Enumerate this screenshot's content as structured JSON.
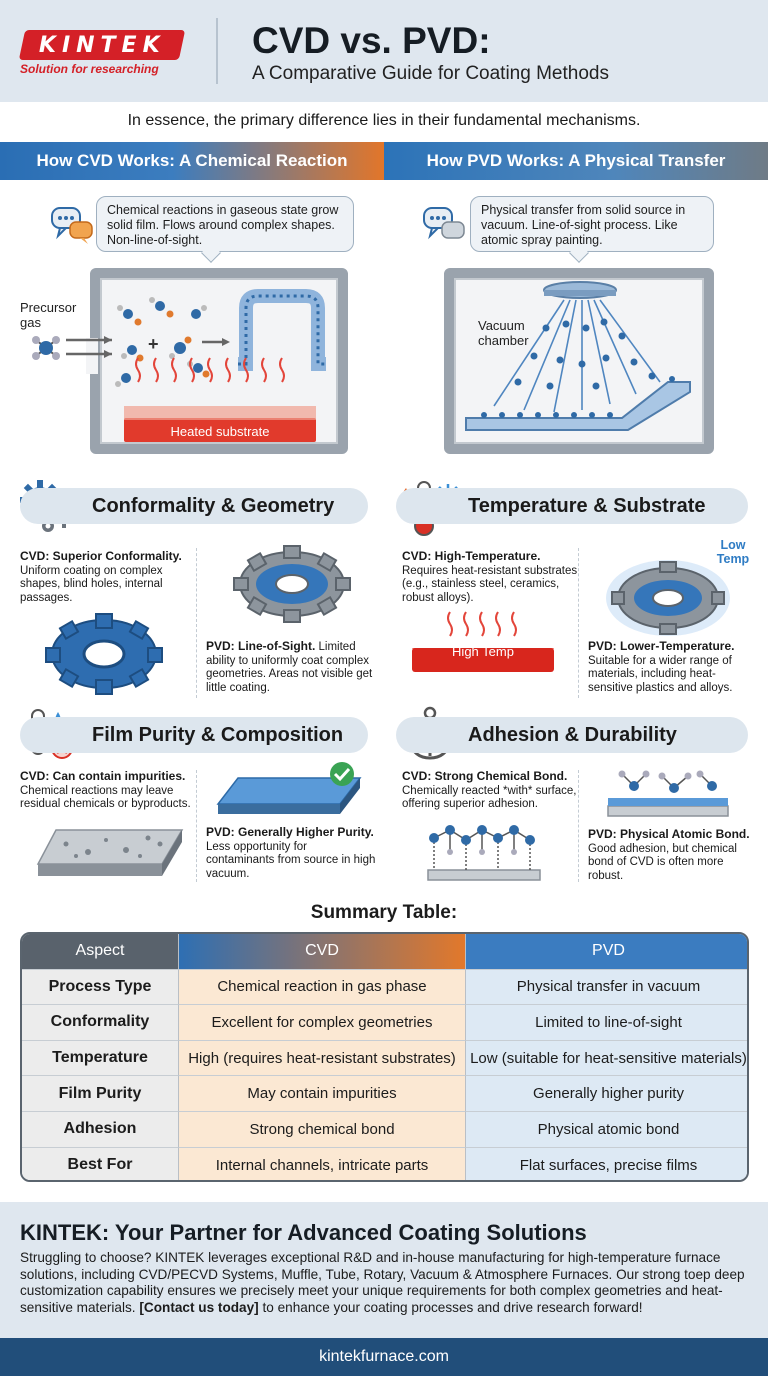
{
  "brand": {
    "logo_text": "KINTEK",
    "tagline": "Solution for researching",
    "red": "#d42027"
  },
  "header": {
    "title": "CVD vs. PVD:",
    "subtitle": "A Comparative Guide for Coating Methods"
  },
  "intro": "In essence, the primary difference lies in their fundamental mechanisms.",
  "cvd_panel": {
    "heading": "How CVD Works: A Chemical Reaction",
    "bubble": "Chemical reactions in gaseous state grow solid film. Flows around complex shapes. Non-line-of-sight.",
    "precursor_label": "Precursor gas",
    "plus": "+",
    "substrate_label": "Heated substrate"
  },
  "pvd_panel": {
    "heading": "How PVD Works: A Physical Transfer",
    "bubble": "Physical transfer from solid source in vacuum. Line-of-sight process. Like atomic spray painting.",
    "chamber_label": "Vacuum chamber"
  },
  "features": {
    "conformality": {
      "title": "Conformality & Geometry",
      "cvd_head": "CVD: Superior Conformality.",
      "cvd_text": "Uniform coating on complex shapes, blind holes, internal passages.",
      "pvd_head": "PVD: Line-of-Sight.",
      "pvd_text": "Limited ability to uniformly coat complex geometries. Areas not visible get little coating."
    },
    "temperature": {
      "title": "Temperature & Substrate",
      "cvd_head": "CVD: High-Temperature.",
      "cvd_text": "Requires heat-resistant substrates (e.g., stainless steel, ceramics, robust alloys).",
      "high_label": "High Temp",
      "low_label": "Low Temp",
      "pvd_head": "PVD: Lower-Temperature.",
      "pvd_text": "Suitable for a wider range of materials, including heat-sensitive plastics and alloys."
    },
    "purity": {
      "title": "Film Purity & Composition",
      "cvd_head": "CVD: Can contain impurities.",
      "cvd_text": "Chemical reactions may leave residual chemicals or byproducts.",
      "pvd_head": "PVD: Generally Higher Purity.",
      "pvd_text": "Less opportunity for contaminants from source in high vacuum."
    },
    "adhesion": {
      "title": "Adhesion & Durability",
      "cvd_head": "CVD: Strong Chemical Bond.",
      "cvd_text": "Chemically reacted *with* surface, offering superior adhesion.",
      "pvd_head": "PVD: Physical Atomic Bond.",
      "pvd_text": "Good adhesion, but chemical bond of CVD is often more robust."
    }
  },
  "summary": {
    "title": "Summary Table:",
    "headers": [
      "Aspect",
      "CVD",
      "PVD"
    ],
    "rows": [
      [
        "Process Type",
        "Chemical reaction in gas phase",
        "Physical transfer in vacuum"
      ],
      [
        "Conformality",
        "Excellent for complex geometries",
        "Limited to line-of-sight"
      ],
      [
        "Temperature",
        "High (requires heat-resistant substrates)",
        "Low (suitable for heat-sensitive materials)"
      ],
      [
        "Film Purity",
        "May contain impurities",
        "Generally higher purity"
      ],
      [
        "Adhesion",
        "Strong chemical bond",
        "Physical atomic bond"
      ],
      [
        "Best For",
        "Internal channels, intricate parts",
        "Flat surfaces, precise films"
      ]
    ]
  },
  "cta": {
    "title": "KINTEK: Your Partner for Advanced Coating Solutions",
    "body_before": "Struggling to choose? KINTEK leverages exceptional R&D and in-house manufacturing for high-temperature furnace solutions, including CVD/PECVD Systems, Muffle, Tube, Rotary, Vacuum & Atmosphere Furnaces. Our strong toep deep customization capability ensures we precisely meet your unique requirements for both complex geometries and heat-sensitive materials. ",
    "body_link": "[Contact us today]",
    "body_after": " to enhance your coating processes and drive research forward!"
  },
  "footer": {
    "url": "kintekfurnace.com"
  }
}
